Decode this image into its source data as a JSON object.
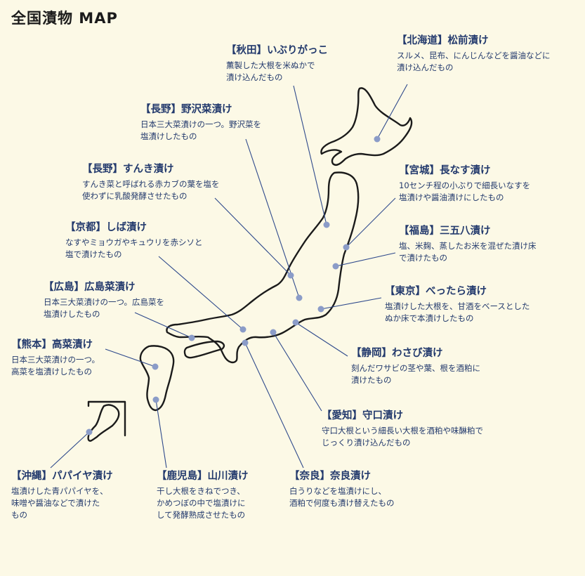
{
  "page": {
    "title": "全国漬物 MAP",
    "line_color": "#2f4a8c",
    "dot_color": "#8b9cc8",
    "outline_color": "#1b1b1b",
    "background": "#fcf9e6"
  },
  "callouts": [
    {
      "id": "akita",
      "title": "【秋田】いぶりがっこ",
      "desc": [
        "薫製した大根を米ぬかで",
        "漬け込んだもの"
      ]
    },
    {
      "id": "hokkaido",
      "title": "【北海道】松前漬け",
      "desc": [
        "スルメ、昆布、にんじんなどを醤油などに",
        "漬け込んだもの"
      ]
    },
    {
      "id": "nagano1",
      "title": "【長野】野沢菜漬け",
      "desc": [
        "日本三大菜漬けの一つ。野沢菜を",
        "塩漬けしたもの"
      ]
    },
    {
      "id": "miyagi",
      "title": "【宮城】長なす漬け",
      "desc": [
        "10センチ程の小ぶりで細長いなすを",
        "塩漬けや醤油漬けにしたもの"
      ]
    },
    {
      "id": "nagano2",
      "title": "【長野】すんき漬け",
      "desc": [
        "すんき菜と呼ばれる赤カブの葉を塩を",
        "使わずに乳酸発酵させたもの"
      ]
    },
    {
      "id": "fukushima",
      "title": "【福島】三五八漬け",
      "desc": [
        "塩、米麹、蒸したお米を混ぜた漬け床",
        "で漬けたもの"
      ]
    },
    {
      "id": "kyoto",
      "title": "【京都】しば漬け",
      "desc": [
        "なすやミョウガやキュウリを赤シソと",
        "塩で漬けたもの"
      ]
    },
    {
      "id": "tokyo",
      "title": "【東京】べったら漬け",
      "desc": [
        "塩漬けした大根を、甘酒をベースとした",
        "ぬか床で本漬けしたもの"
      ]
    },
    {
      "id": "hiroshima",
      "title": "【広島】広島菜漬け",
      "desc": [
        "日本三大菜漬けの一つ。広島菜を",
        "塩漬けしたもの"
      ]
    },
    {
      "id": "kumamoto",
      "title": "【熊本】高菜漬け",
      "desc": [
        "日本三大菜漬けの一つ。",
        "高菜を塩漬けしたもの"
      ]
    },
    {
      "id": "shizuoka",
      "title": "【静岡】わさび漬け",
      "desc": [
        "刻んだワサビの茎や葉、根を酒粕に",
        "漬けたもの"
      ]
    },
    {
      "id": "aichi",
      "title": "【愛知】守口漬け",
      "desc": [
        "守口大根という細長い大根を酒粕や味醂粕で",
        "じっくり漬け込んだもの"
      ]
    },
    {
      "id": "okinawa",
      "title": "【沖縄】パパイヤ漬け",
      "desc": [
        "塩漬けした青パパイヤを、",
        "味噌や醤油などで漬けた",
        "もの"
      ]
    },
    {
      "id": "kagoshima",
      "title": "【鹿児島】山川漬け",
      "desc": [
        "干し大根をきねでつき、",
        "かめつぼの中で塩漬けに",
        "して発酵熟成させたもの"
      ]
    },
    {
      "id": "nara",
      "title": "【奈良】奈良漬け",
      "desc": [
        "白うりなどを塩漬けにし、",
        "酒粕で何度も漬け替えたもの"
      ]
    }
  ]
}
